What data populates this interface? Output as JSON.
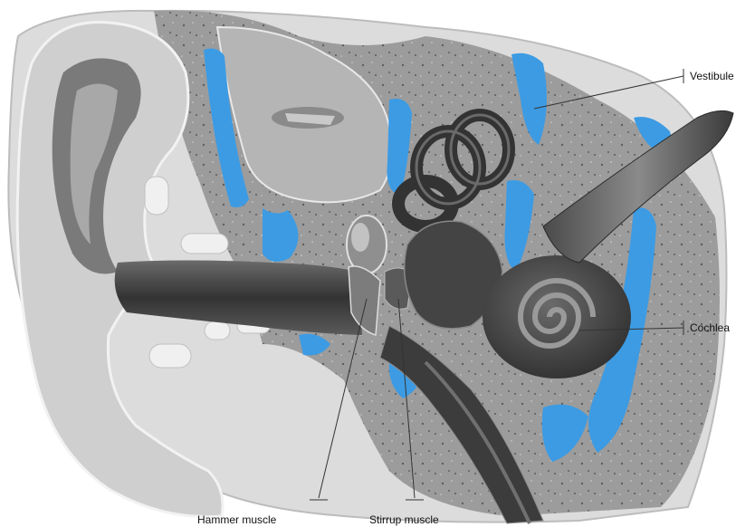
{
  "labels": {
    "vestibule": "Vestibule",
    "cochlea": "Cochlea",
    "hammer_muscle": "Hammer muscle",
    "stirrup_muscle": "Stirrup muscle"
  },
  "colors": {
    "fluid_blue": "#3d9be3",
    "bone_gray": "#9a9a9a",
    "tissue_light": "#d6d6d6",
    "organ_dark": "#3a3a3a"
  }
}
